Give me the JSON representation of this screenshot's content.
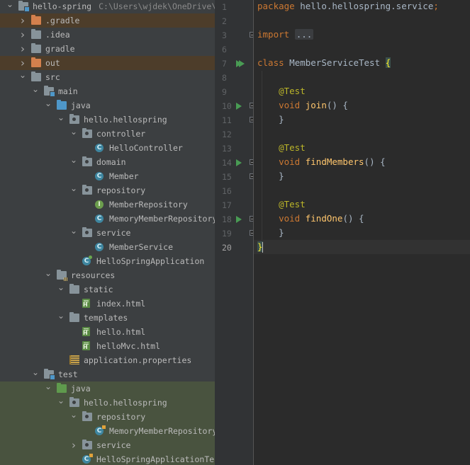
{
  "project": {
    "root_name": "hello-spring",
    "root_path": "C:\\Users\\wjdek\\OneDrive\\Deskt"
  },
  "tree": [
    {
      "label": "hello-spring",
      "depth": 0,
      "arrow": "down",
      "icon": "module-folder-icon"
    },
    {
      "label": ".gradle",
      "depth": 1,
      "arrow": "right",
      "icon": "orange-folder-icon",
      "highlight": "out"
    },
    {
      "label": ".idea",
      "depth": 1,
      "arrow": "right",
      "icon": "folder-icon"
    },
    {
      "label": "gradle",
      "depth": 1,
      "arrow": "right",
      "icon": "folder-icon"
    },
    {
      "label": "out",
      "depth": 1,
      "arrow": "right",
      "icon": "orange-folder-icon",
      "highlight": "out"
    },
    {
      "label": "src",
      "depth": 1,
      "arrow": "down",
      "icon": "folder-icon"
    },
    {
      "label": "main",
      "depth": 2,
      "arrow": "down",
      "icon": "module-folder-icon"
    },
    {
      "label": "java",
      "depth": 3,
      "arrow": "down",
      "icon": "source-folder-icon"
    },
    {
      "label": "hello.hellospring",
      "depth": 4,
      "arrow": "down",
      "icon": "package-icon"
    },
    {
      "label": "controller",
      "depth": 5,
      "arrow": "down",
      "icon": "package-icon"
    },
    {
      "label": "HelloController",
      "depth": 6,
      "arrow": "",
      "icon": "class-icon",
      "glyph": "C"
    },
    {
      "label": "domain",
      "depth": 5,
      "arrow": "down",
      "icon": "package-icon"
    },
    {
      "label": "Member",
      "depth": 6,
      "arrow": "",
      "icon": "class-icon",
      "glyph": "C"
    },
    {
      "label": "repository",
      "depth": 5,
      "arrow": "down",
      "icon": "package-icon"
    },
    {
      "label": "MemberRepository",
      "depth": 6,
      "arrow": "",
      "icon": "interface-icon",
      "glyph": "I"
    },
    {
      "label": "MemoryMemberRepository",
      "depth": 6,
      "arrow": "",
      "icon": "class-icon",
      "glyph": "C"
    },
    {
      "label": "service",
      "depth": 5,
      "arrow": "down",
      "icon": "package-icon"
    },
    {
      "label": "MemberService",
      "depth": 6,
      "arrow": "",
      "icon": "class-icon",
      "glyph": "C"
    },
    {
      "label": "HelloSpringApplication",
      "depth": 5,
      "arrow": "",
      "icon": "spring-class-icon",
      "glyph": "C"
    },
    {
      "label": "resources",
      "depth": 3,
      "arrow": "down",
      "icon": "resources-folder-icon"
    },
    {
      "label": "static",
      "depth": 4,
      "arrow": "down",
      "icon": "folder-icon"
    },
    {
      "label": "index.html",
      "depth": 5,
      "arrow": "",
      "icon": "html-file-icon",
      "glyph": "H"
    },
    {
      "label": "templates",
      "depth": 4,
      "arrow": "down",
      "icon": "folder-icon"
    },
    {
      "label": "hello.html",
      "depth": 5,
      "arrow": "",
      "icon": "html-file-icon",
      "glyph": "H"
    },
    {
      "label": "helloMvc.html",
      "depth": 5,
      "arrow": "",
      "icon": "html-file-icon",
      "glyph": "H"
    },
    {
      "label": "application.properties",
      "depth": 4,
      "arrow": "",
      "icon": "properties-file-icon"
    },
    {
      "label": "test",
      "depth": 2,
      "arrow": "down",
      "icon": "module-folder-icon"
    },
    {
      "label": "java",
      "depth": 3,
      "arrow": "down",
      "icon": "test-source-folder-icon",
      "highlight": "test"
    },
    {
      "label": "hello.hellospring",
      "depth": 4,
      "arrow": "down",
      "icon": "package-icon",
      "highlight": "test"
    },
    {
      "label": "repository",
      "depth": 5,
      "arrow": "down",
      "icon": "package-icon",
      "highlight": "test"
    },
    {
      "label": "MemoryMemberRepositoryTes",
      "depth": 6,
      "arrow": "",
      "icon": "test-class-icon",
      "glyph": "C",
      "highlight": "test"
    },
    {
      "label": "service",
      "depth": 5,
      "arrow": "right",
      "icon": "package-icon",
      "highlight": "test"
    },
    {
      "label": "HelloSpringApplicationTests",
      "depth": 5,
      "arrow": "",
      "icon": "test-class-icon",
      "glyph": "C",
      "highlight": "test"
    }
  ],
  "gutter": [
    {
      "n": "1"
    },
    {
      "n": "2"
    },
    {
      "n": "3",
      "fold": true
    },
    {
      "n": "6"
    },
    {
      "n": "7",
      "run": "double"
    },
    {
      "n": "8"
    },
    {
      "n": "9"
    },
    {
      "n": "10",
      "run": "single",
      "fold": true
    },
    {
      "n": "11",
      "fold": true
    },
    {
      "n": "12"
    },
    {
      "n": "13"
    },
    {
      "n": "14",
      "run": "single",
      "fold": true
    },
    {
      "n": "15",
      "fold": true
    },
    {
      "n": "16"
    },
    {
      "n": "17"
    },
    {
      "n": "18",
      "run": "single",
      "fold": true
    },
    {
      "n": "19",
      "fold": true
    },
    {
      "n": "20",
      "current": true
    }
  ],
  "code": [
    [
      {
        "t": "package",
        "c": "kw"
      },
      {
        "t": " hello.hellospring.service"
      },
      {
        "t": ";",
        "c": "kw"
      }
    ],
    [],
    [
      {
        "t": "import",
        "c": "kw"
      },
      {
        "t": " "
      },
      {
        "t": "...",
        "c": "fold-text"
      }
    ],
    [],
    [
      {
        "t": "class",
        "c": "kw"
      },
      {
        "t": " MemberServiceTest "
      },
      {
        "t": "{",
        "c": "brace-match"
      }
    ],
    [],
    [
      {
        "t": "    "
      },
      {
        "t": "@Test",
        "c": "an"
      }
    ],
    [
      {
        "t": "    "
      },
      {
        "t": "void",
        "c": "kw"
      },
      {
        "t": " "
      },
      {
        "t": "join",
        "c": "fn"
      },
      {
        "t": "() {"
      }
    ],
    [
      {
        "t": "    }"
      }
    ],
    [],
    [
      {
        "t": "    "
      },
      {
        "t": "@Test",
        "c": "an"
      }
    ],
    [
      {
        "t": "    "
      },
      {
        "t": "void",
        "c": "kw"
      },
      {
        "t": " "
      },
      {
        "t": "findMembers",
        "c": "fn"
      },
      {
        "t": "() {"
      }
    ],
    [
      {
        "t": "    }"
      }
    ],
    [],
    [
      {
        "t": "    "
      },
      {
        "t": "@Test",
        "c": "an"
      }
    ],
    [
      {
        "t": "    "
      },
      {
        "t": "void",
        "c": "kw"
      },
      {
        "t": " "
      },
      {
        "t": "findOne",
        "c": "fn"
      },
      {
        "t": "() {"
      }
    ],
    [
      {
        "t": "    }"
      }
    ],
    [
      {
        "t": "}",
        "c": "brace-match",
        "caret": true
      }
    ]
  ]
}
